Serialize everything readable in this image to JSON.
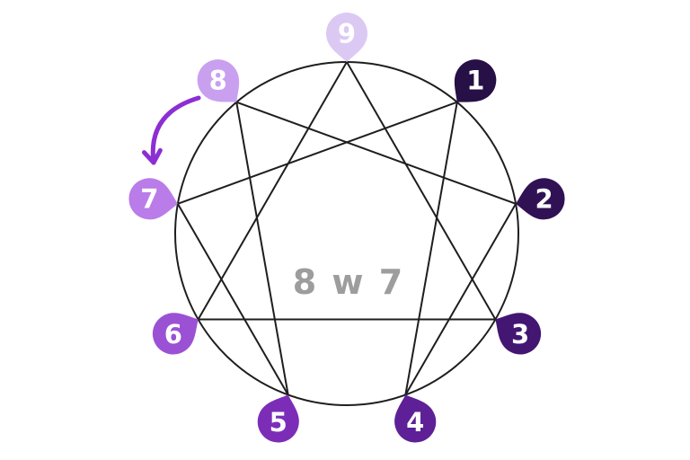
{
  "diagram": {
    "type": "enneagram",
    "background": "#ffffff",
    "stroke_color": "#1e1e1e",
    "center_label": {
      "text": "8 w 7",
      "color": "#9d9d9d"
    },
    "pin_number_color": "#ffffff",
    "arrow": {
      "from": "8",
      "to": "7",
      "color": "#8b2fd4",
      "direction": "counterclockwise"
    },
    "points": [
      {
        "number": "1",
        "color": "#261046"
      },
      {
        "number": "2",
        "color": "#301254"
      },
      {
        "number": "3",
        "color": "#431672"
      },
      {
        "number": "4",
        "color": "#5e2096"
      },
      {
        "number": "5",
        "color": "#7c2db8"
      },
      {
        "number": "6",
        "color": "#9b51d4"
      },
      {
        "number": "7",
        "color": "#b97ce8"
      },
      {
        "number": "8",
        "color": "#c9a0ef"
      },
      {
        "number": "9",
        "color": "#dbc9f4"
      }
    ],
    "connections": [
      [
        "9",
        "3"
      ],
      [
        "3",
        "6"
      ],
      [
        "6",
        "9"
      ],
      [
        "1",
        "4"
      ],
      [
        "4",
        "2"
      ],
      [
        "2",
        "8"
      ],
      [
        "8",
        "5"
      ],
      [
        "5",
        "7"
      ],
      [
        "7",
        "1"
      ]
    ]
  }
}
